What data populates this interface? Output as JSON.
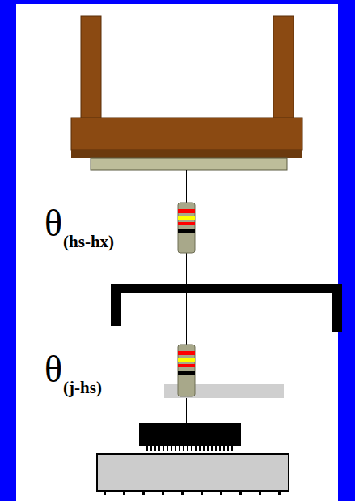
{
  "diagram": {
    "labels": [
      "θ",
      "(hs-hx)",
      "θ",
      "(j-hs)"
    ]
  }
}
